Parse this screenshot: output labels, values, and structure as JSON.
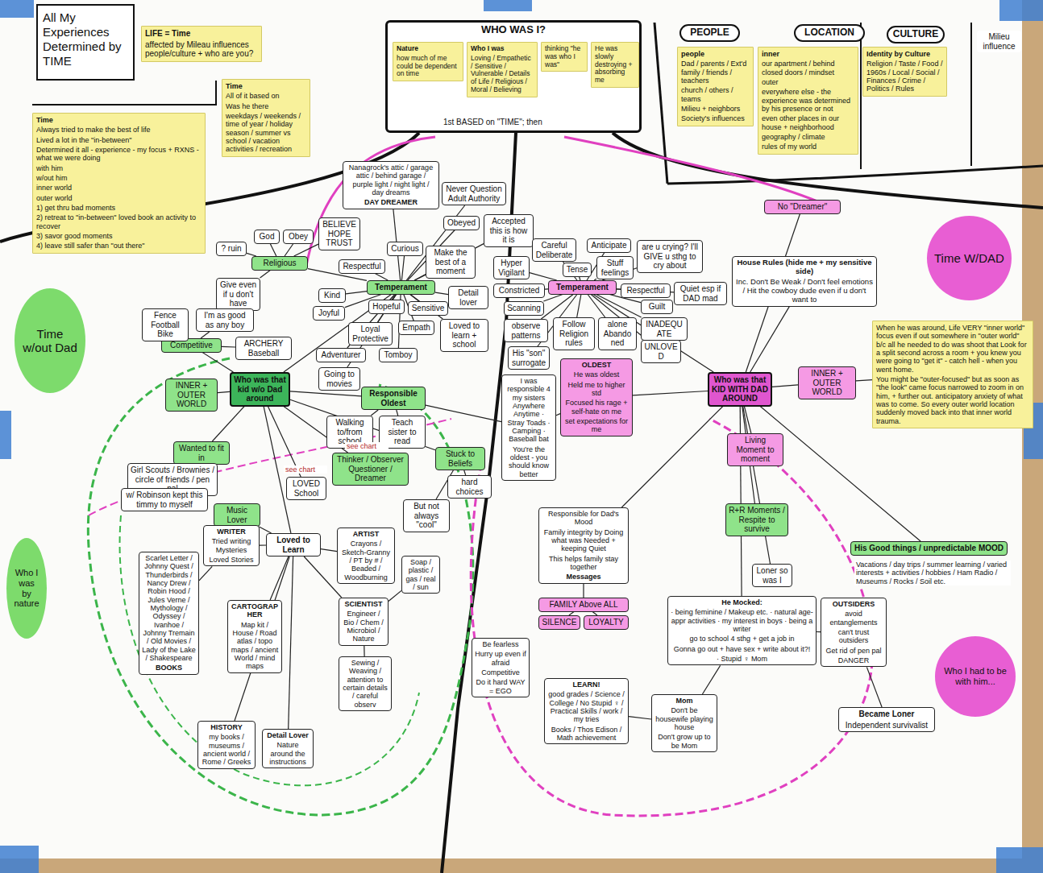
{
  "diagram": {
    "title": "All My Experiences Determined by TIME",
    "nodes": [
      {
        "text": [
          "LIFE = Time",
          "affected by Mileau influences people/culture + who are you?"
        ]
      },
      {
        "text": [
          "Time",
          "All of it based on",
          "Was he there",
          "weekdays / weekends / time of year / holiday season / summer vs school / vacation activities / recreation"
        ]
      },
      {
        "text": [
          "Time",
          "Always tried to make the best of life",
          "Lived a lot in the \"in-between\"",
          "Determined it all - experience - my focus + RXNS - what we were doing",
          "with him",
          "w/out him",
          "inner world",
          "outer world",
          "1) get thru bad moments",
          "2) retreat to \"in-between\" loved book an activity to recover",
          "3) savor good moments",
          "4) leave still safer than \"out there\""
        ]
      },
      {
        "text": [
          "WHO WAS I?"
        ]
      },
      {
        "text": [
          "Nature",
          "how much of me could be dependent on time"
        ],
        "in": 3
      },
      {
        "text": [
          "Who I was",
          "Loving / Empathetic / Sensitive / Vulnerable / Details of Life / Religious / Moral / Believing"
        ],
        "in": 3
      },
      {
        "text": [
          "thinking \"he was who I was\""
        ],
        "in": 3
      },
      {
        "text": [
          "He was slowly destroying + absorbing me"
        ],
        "in": 3
      },
      {
        "text": [
          "PEOPLE"
        ]
      },
      {
        "text": [
          "people",
          "Dad / parents / Ext'd family / friends / teachers",
          "church / others / teams",
          "Milieu + neighbors",
          "Society's influences"
        ]
      },
      {
        "text": [
          "LOCATION"
        ]
      },
      {
        "text": [
          "inner",
          "our apartment / behind closed doors / mindset",
          "outer",
          "everywhere else - the experience was determined by his presence or not",
          "even other places in our house + neighborhood",
          "geography / climate",
          "rules of my world"
        ]
      },
      {
        "text": [
          "CULTURE"
        ]
      },
      {
        "text": [
          "Identity by Culture",
          "Religion / Taste / Food / 1960s / Local / Social / Finances / Crime / Politics / Rules"
        ]
      },
      {
        "text": [
          "Milieu influence"
        ]
      },
      {
        "text": [
          "Time w/out Dad"
        ]
      },
      {
        "text": [
          "Time W/DAD"
        ]
      },
      {
        "text": [
          "Who I was by nature"
        ]
      },
      {
        "text": [
          "Who I had to be with him..."
        ]
      },
      {
        "text": [
          "Who was that kid w/o Dad around"
        ]
      },
      {
        "text": [
          "Temperament"
        ]
      },
      {
        "text": [
          "Nanagrock's attic / garage attic / behind garage / purple light / night light / day dreams",
          "DAY DREAMER"
        ]
      },
      {
        "text": [
          "Religious"
        ]
      },
      {
        "text": [
          "God"
        ]
      },
      {
        "text": [
          "Obey"
        ]
      },
      {
        "text": [
          "BELIEVE HOPE TRUST"
        ]
      },
      {
        "text": [
          "? ruin"
        ]
      },
      {
        "text": [
          "Give even if u don't have"
        ]
      },
      {
        "text": [
          "Never Question Adult Authority"
        ]
      },
      {
        "text": [
          "Obeyed"
        ]
      },
      {
        "text": [
          "Accepted this is how it is"
        ]
      },
      {
        "text": [
          "Curious"
        ]
      },
      {
        "text": [
          "Respectful"
        ]
      },
      {
        "text": [
          "Make the best of a moment"
        ]
      },
      {
        "text": [
          "Kind"
        ]
      },
      {
        "text": [
          "Joyful"
        ]
      },
      {
        "text": [
          "Hopeful"
        ]
      },
      {
        "text": [
          "Sensitive"
        ]
      },
      {
        "text": [
          "Detail lover"
        ]
      },
      {
        "text": [
          "Loyal Protective"
        ]
      },
      {
        "text": [
          "Empath"
        ]
      },
      {
        "text": [
          "Loved to learn + school"
        ]
      },
      {
        "text": [
          "Tomboy"
        ]
      },
      {
        "text": [
          "Adventurer"
        ]
      },
      {
        "text": [
          "Going to movies"
        ]
      },
      {
        "text": [
          "Competitive"
        ]
      },
      {
        "text": [
          "I'm as good as any boy"
        ]
      },
      {
        "text": [
          "Fence Football Bike"
        ]
      },
      {
        "text": [
          "ARCHERY Baseball"
        ]
      },
      {
        "text": [
          "INNER + OUTER WORLD"
        ]
      },
      {
        "text": [
          "Responsible Oldest"
        ]
      },
      {
        "text": [
          "Walking to/from school"
        ]
      },
      {
        "text": [
          "Teach sister to read"
        ]
      },
      {
        "text": [
          "Wanted to fit in"
        ]
      },
      {
        "text": [
          "Girl Scouts / Brownies / circle of friends / pen pal"
        ]
      },
      {
        "text": [
          "w/ Robinson kept this timmy to myself"
        ]
      },
      {
        "text": [
          "LOVED School"
        ]
      },
      {
        "text": [
          "Thinker / Observer Questioner / Dreamer"
        ]
      },
      {
        "text": [
          "Stuck to Beliefs"
        ]
      },
      {
        "text": [
          "hard choices"
        ]
      },
      {
        "text": [
          "But not always \"cool\""
        ]
      },
      {
        "text": [
          "Music Lover"
        ]
      },
      {
        "text": [
          "Loved to Learn"
        ]
      },
      {
        "text": [
          "ARTIST",
          "Crayons / Sketch-Granny / PT by # / Beaded / Woodburning"
        ]
      },
      {
        "text": [
          "WRITER",
          "Tried writing Mysteries",
          "Loved Stories"
        ]
      },
      {
        "text": [
          "Scarlet Letter / Johnny Quest / Thunderbirds / Nancy Drew / Robin Hood / Jules Verne / Mythology / Odyssey / Ivanhoe / Johnny Tremain / Old Movies / Lady of the Lake / Shakespeare",
          "BOOKS"
        ]
      },
      {
        "text": [
          "CARTOGRAPHER",
          "Map kit / House / Road atlas / topo maps / ancient World / mind maps"
        ]
      },
      {
        "text": [
          "SCIENTIST",
          "Engineer / Bio / Chem / Microbiol / Nature"
        ]
      },
      {
        "text": [
          "Sewing / Weaving / attention to certain details / careful observ"
        ]
      },
      {
        "text": [
          "Soap / plastic / gas / real / sun"
        ]
      },
      {
        "text": [
          "HISTORY",
          "my books / museums / ancient world / Rome / Greeks"
        ]
      },
      {
        "text": [
          "Detail Lover",
          "Nature around the instructions"
        ]
      },
      {
        "text": [
          "Temperament"
        ]
      },
      {
        "text": [
          "Careful Deliberate"
        ]
      },
      {
        "text": [
          "Anticipate"
        ]
      },
      {
        "text": [
          "Tense"
        ]
      },
      {
        "text": [
          "Hyper Vigilant"
        ]
      },
      {
        "text": [
          "Stuff feelings"
        ]
      },
      {
        "text": [
          "are u crying? I'll GIVE u sthg to cry about"
        ]
      },
      {
        "text": [
          "Respectful"
        ]
      },
      {
        "text": [
          "Quiet esp if DAD mad"
        ]
      },
      {
        "text": [
          "Guilt"
        ]
      },
      {
        "text": [
          "INADEQUATE"
        ]
      },
      {
        "text": [
          "UNLOVED"
        ]
      },
      {
        "text": [
          "Constricted"
        ]
      },
      {
        "text": [
          "Scanning"
        ]
      },
      {
        "text": [
          "observe patterns"
        ]
      },
      {
        "text": [
          "Follow Religion rules"
        ]
      },
      {
        "text": [
          "His \"son\" surrogate"
        ]
      },
      {
        "text": [
          "alone Abandoned"
        ]
      },
      {
        "text": [
          "I was responsible 4 my sisters Anywhere Anytime · Stray Toads · Camping · Baseball bat",
          "You're the oldest - you should know better"
        ]
      },
      {
        "text": [
          "OLDEST",
          "He was oldest",
          "Held me to higher std",
          "Focused his rage + self-hate on me",
          "set expectations for me"
        ]
      },
      {
        "text": [
          "Responsible for Dad's Mood",
          "Family integrity by Doing what was Needed + keeping Quiet",
          "This helps family stay together",
          "Messages"
        ]
      },
      {
        "text": [
          "FAMILY Above ALL"
        ]
      },
      {
        "text": [
          "SILENCE"
        ]
      },
      {
        "text": [
          "LOYALTY"
        ]
      },
      {
        "text": [
          "Be fearless",
          "Hurry up even if afraid",
          "Competitive",
          "Do it hard WAY = EGO"
        ]
      },
      {
        "text": [
          "LEARN!",
          "good grades / Science / College / No Stupid ♀ / Practical Skills / work / my tries",
          "Books / Thos Edison / Math achievement"
        ]
      },
      {
        "text": [
          "Mom",
          "Don't be housewife playing house",
          "Don't grow up to be Mom"
        ]
      },
      {
        "text": [
          "Who was that KID WITH DAD AROUND"
        ]
      },
      {
        "text": [
          "No \"Dreamer\""
        ]
      },
      {
        "text": [
          "House Rules (hide me + my sensitive side)",
          "Inc. Don't Be Weak / Don't feel emotions / Hit the cowboy dude even if u don't want to"
        ]
      },
      {
        "text": [
          "INNER + OUTER WORLD"
        ]
      },
      {
        "text": [
          "When he was around, Life VERY \"inner world\" focus even if out somewhere in \"outer world\" b/c all he needed to do was shoot that Look for a split second across a room + you knew you were going to \"get it\" - catch hell - when you went home.",
          "You might be \"outer-focused\" but as soon as \"the look\" came focus narrowed to zoom in on him, + further out. anticipatory anxiety of what was to come. So every outer world location suddenly moved back into that inner world trauma."
        ]
      },
      {
        "text": [
          "Living Moment to moment"
        ]
      },
      {
        "text": [
          "R+R Moments / Respite to survive"
        ]
      },
      {
        "text": [
          "His Good things / unpredictable MOOD"
        ]
      },
      {
        "text": [
          "Loner so was I"
        ]
      },
      {
        "text": [
          "He Mocked:",
          "· being feminine / Makeup etc. · natural age-appr activities · my interest in boys · being a writer",
          "go to school 4 sthg + get a job in",
          "Gonna go out + have sex + write about it?!",
          "· Stupid ♀ Mom"
        ]
      },
      {
        "text": [
          "OUTSIDERS",
          "avoid entanglements",
          "can't trust outsiders",
          "Get rid of pen pal",
          "DANGER"
        ]
      },
      {
        "text": [
          "Became Loner",
          "Independent survivalist"
        ]
      }
    ],
    "edges": [
      {
        "from": 19,
        "to": 20,
        "arrow": "none"
      },
      {
        "from": 19,
        "to": 45,
        "arrow": "none"
      },
      {
        "from": 19,
        "to": 49,
        "arrow": "none"
      },
      {
        "from": 19,
        "to": 50,
        "arrow": "none"
      },
      {
        "from": 19,
        "to": 53,
        "arrow": "none"
      },
      {
        "from": 19,
        "to": 56,
        "arrow": "none"
      },
      {
        "from": 19,
        "to": 57,
        "arrow": "none"
      },
      {
        "from": 19,
        "to": 58,
        "arrow": "none"
      },
      {
        "from": 19,
        "to": 62,
        "arrow": "none"
      },
      {
        "from": 20,
        "to": 21,
        "arrow": "none"
      },
      {
        "from": 20,
        "to": 22,
        "arrow": "none"
      },
      {
        "from": 20,
        "to": 28,
        "arrow": "none"
      },
      {
        "from": 20,
        "to": 29,
        "arrow": "none"
      },
      {
        "from": 20,
        "to": 30,
        "arrow": "none"
      },
      {
        "from": 20,
        "to": 31,
        "arrow": "none"
      },
      {
        "from": 20,
        "to": 32,
        "arrow": "none"
      },
      {
        "from": 20,
        "to": 33,
        "arrow": "none"
      },
      {
        "from": 20,
        "to": 34,
        "arrow": "none"
      },
      {
        "from": 20,
        "to": 35,
        "arrow": "none"
      },
      {
        "from": 20,
        "to": 36,
        "arrow": "none"
      },
      {
        "from": 20,
        "to": 37,
        "arrow": "none"
      },
      {
        "from": 20,
        "to": 38,
        "arrow": "none"
      },
      {
        "from": 20,
        "to": 39,
        "arrow": "none"
      },
      {
        "from": 20,
        "to": 40,
        "arrow": "none"
      },
      {
        "from": 20,
        "to": 41,
        "arrow": "none"
      },
      {
        "from": 20,
        "to": 42,
        "arrow": "none"
      },
      {
        "from": 20,
        "to": 43,
        "arrow": "none"
      },
      {
        "from": 20,
        "to": 44,
        "arrow": "none"
      },
      {
        "from": 22,
        "to": 23,
        "arrow": "none"
      },
      {
        "from": 22,
        "to": 24,
        "arrow": "none"
      },
      {
        "from": 22,
        "to": 25,
        "arrow": "none"
      },
      {
        "from": 22,
        "to": 26,
        "arrow": "none"
      },
      {
        "from": 22,
        "to": 27,
        "arrow": "none"
      },
      {
        "from": 45,
        "to": 46,
        "arrow": "none"
      },
      {
        "from": 45,
        "to": 47,
        "arrow": "none"
      },
      {
        "from": 45,
        "to": 48,
        "arrow": "none"
      },
      {
        "from": 50,
        "to": 51,
        "arrow": "none"
      },
      {
        "from": 50,
        "to": 52,
        "arrow": "none"
      },
      {
        "from": 53,
        "to": 54,
        "arrow": "none"
      },
      {
        "from": 53,
        "to": 55,
        "arrow": "none"
      },
      {
        "from": 58,
        "to": 59,
        "arrow": "none"
      },
      {
        "from": 58,
        "to": 60,
        "arrow": "none"
      },
      {
        "from": 62,
        "to": 61,
        "arrow": "none"
      },
      {
        "from": 62,
        "to": 63,
        "arrow": "none"
      },
      {
        "from": 62,
        "to": 64,
        "arrow": "none"
      },
      {
        "from": 62,
        "to": 66,
        "arrow": "none"
      },
      {
        "from": 62,
        "to": 67,
        "arrow": "none"
      },
      {
        "from": 62,
        "to": 70,
        "arrow": "none"
      },
      {
        "from": 62,
        "to": 71,
        "arrow": "none"
      },
      {
        "from": 64,
        "to": 65,
        "arrow": "none"
      },
      {
        "from": 67,
        "to": 68,
        "arrow": "none"
      },
      {
        "from": 67,
        "to": 69,
        "arrow": "none"
      },
      {
        "from": 99,
        "to": 72,
        "arrow": "none"
      },
      {
        "from": 99,
        "to": 91,
        "arrow": "none"
      },
      {
        "from": 99,
        "to": 92,
        "arrow": "none"
      },
      {
        "from": 99,
        "to": 100,
        "arrow": "none"
      },
      {
        "from": 99,
        "to": 101,
        "arrow": "none"
      },
      {
        "from": 99,
        "to": 102,
        "arrow": "none"
      },
      {
        "from": 99,
        "to": 104,
        "arrow": "none"
      },
      {
        "from": 99,
        "to": 105,
        "arrow": "none"
      },
      {
        "from": 99,
        "to": 106,
        "arrow": "none"
      },
      {
        "from": 99,
        "to": 107,
        "arrow": "none"
      },
      {
        "from": 99,
        "to": 108,
        "arrow": "none"
      },
      {
        "from": 72,
        "to": 73,
        "arrow": "none"
      },
      {
        "from": 72,
        "to": 74,
        "arrow": "none"
      },
      {
        "from": 72,
        "to": 75,
        "arrow": "none"
      },
      {
        "from": 72,
        "to": 76,
        "arrow": "none"
      },
      {
        "from": 72,
        "to": 77,
        "arrow": "none"
      },
      {
        "from": 72,
        "to": 78,
        "arrow": "none"
      },
      {
        "from": 72,
        "to": 79,
        "arrow": "none"
      },
      {
        "from": 72,
        "to": 80,
        "arrow": "none"
      },
      {
        "from": 72,
        "to": 81,
        "arrow": "none"
      },
      {
        "from": 72,
        "to": 82,
        "arrow": "none"
      },
      {
        "from": 72,
        "to": 83,
        "arrow": "none"
      },
      {
        "from": 72,
        "to": 84,
        "arrow": "none"
      },
      {
        "from": 72,
        "to": 85,
        "arrow": "none"
      },
      {
        "from": 72,
        "to": 86,
        "arrow": "none"
      },
      {
        "from": 72,
        "to": 87,
        "arrow": "none"
      },
      {
        "from": 72,
        "to": 88,
        "arrow": "none"
      },
      {
        "from": 72,
        "to": 89,
        "arrow": "none"
      },
      {
        "from": 91,
        "to": 90,
        "arrow": "none"
      },
      {
        "from": 50,
        "to": 90,
        "arrow": "none"
      },
      {
        "from": 92,
        "to": 93,
        "arrow": "none"
      },
      {
        "from": 93,
        "to": 94,
        "arrow": "none"
      },
      {
        "from": 93,
        "to": 95,
        "arrow": "none"
      },
      {
        "from": 102,
        "to": 103,
        "arrow": "none"
      },
      {
        "from": 108,
        "to": 98,
        "arrow": "none"
      },
      {
        "from": 98,
        "to": 97,
        "arrow": "none"
      },
      {
        "from": 108,
        "to": 109,
        "arrow": "none"
      },
      {
        "from": 109,
        "to": 110,
        "arrow": "none"
      }
    ],
    "labels": [
      "1st BASED on \"TIME\"; then",
      "see chart",
      "see chart",
      "Vacations / day trips / summer learning / varied interests + activities / hobbies / Ham Radio / Museums / Rocks / Soil etc."
    ]
  }
}
